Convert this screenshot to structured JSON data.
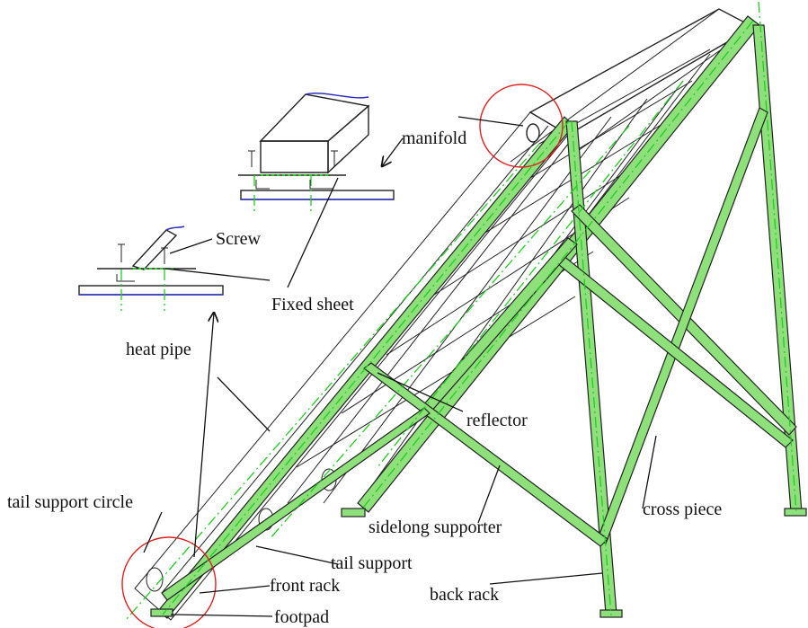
{
  "labels": {
    "manifold": "manifold",
    "screw": "Screw",
    "fixed_sheet": "Fixed sheet",
    "heat_pipe": "heat pipe",
    "reflector": "reflector",
    "tail_support_circle": "tail support circle",
    "sidelong_supporter": "sidelong supporter",
    "cross_piece": "cross piece",
    "tail_support": "tail support",
    "front_rack": "front rack",
    "back_rack": "back rack",
    "footpad": "footpad"
  },
  "colors": {
    "frame_fill": "#8de07a",
    "centerline": "#22cc22",
    "highlight_circle": "#e02020",
    "detail_blue": "#3030c0",
    "ink": "#222222"
  }
}
